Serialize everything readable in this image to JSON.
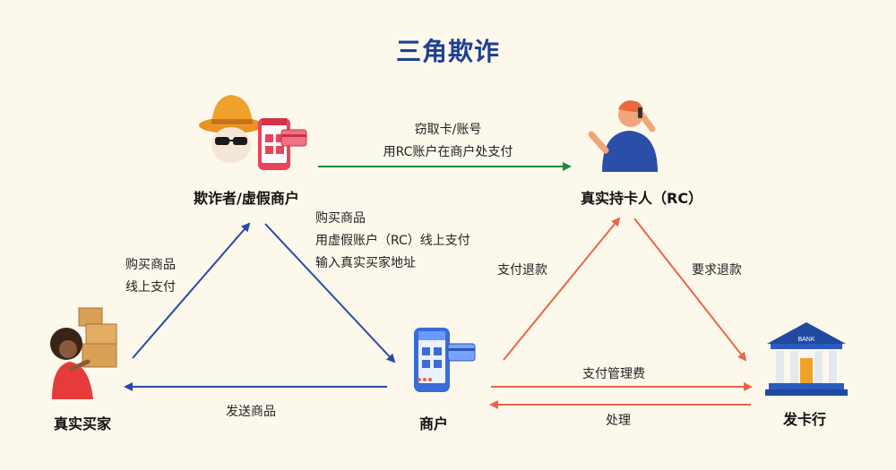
{
  "title": "三角欺诈",
  "nodes": {
    "fraudster": "欺诈者/虚假商户",
    "cardholder": "真实持卡人（RC）",
    "buyer": "真实买家",
    "merchant": "商户",
    "issuer": "发卡行"
  },
  "edges": {
    "fraudster_to_cardholder": [
      "窃取卡/账号",
      "用RC账户在商户处支付"
    ],
    "buyer_to_fraudster": [
      "购买商品",
      "线上支付"
    ],
    "fraudster_to_merchant": [
      "购买商品",
      "用虚假账户（RC）线上支付",
      "输入真实买家地址"
    ],
    "merchant_to_buyer": [
      "发送商品"
    ],
    "merchant_to_cardholder": [
      "支付退款"
    ],
    "cardholder_to_issuer": [
      "要求退款"
    ],
    "merchant_to_issuer": [
      "支付管理费"
    ],
    "issuer_to_merchant": [
      "处理"
    ]
  },
  "icons": {
    "bank_sign": "BANK"
  },
  "colors": {
    "title": "#1f3f93",
    "blue_arrow": "#2a4aa8",
    "green_arrow": "#1e8a3c",
    "orange_arrow": "#e8664a"
  }
}
